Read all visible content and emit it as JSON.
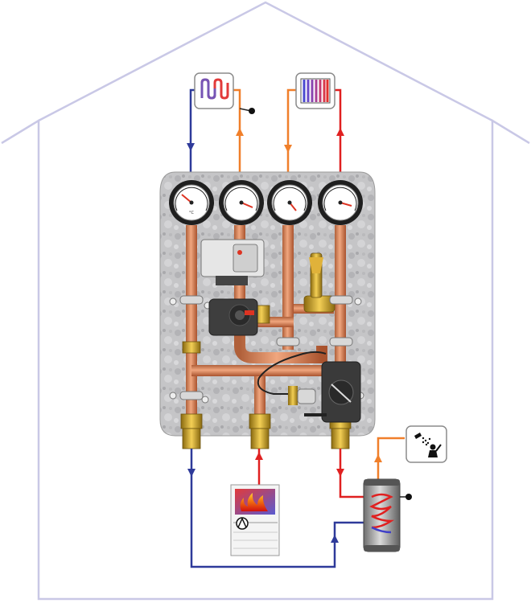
{
  "diagram": {
    "description_visible_text": [],
    "components": {
      "house_outline": "house-outline",
      "underfloor_heating": "underfloor-heating-icon",
      "radiator": "radiator-icon",
      "hot_water_shower": "shower-icon",
      "boiler": "boiler-icon",
      "storage_tank": "storage-tank-icon",
      "manifold_station": "pump-manifold-station",
      "gauges": [
        "thermometer-gauge",
        "thermometer-gauge",
        "thermometer-gauge",
        "thermometer-gauge"
      ]
    },
    "colors": {
      "house": "#c9c8e6",
      "return_blue": "#2e3a9a",
      "supply_orange": "#f07f2a",
      "supply_red": "#e02020",
      "copper": "#d9855a",
      "brass": "#c9a22a",
      "panel": "#c8c8c8",
      "pump_dark": "#3a3a3a"
    }
  }
}
